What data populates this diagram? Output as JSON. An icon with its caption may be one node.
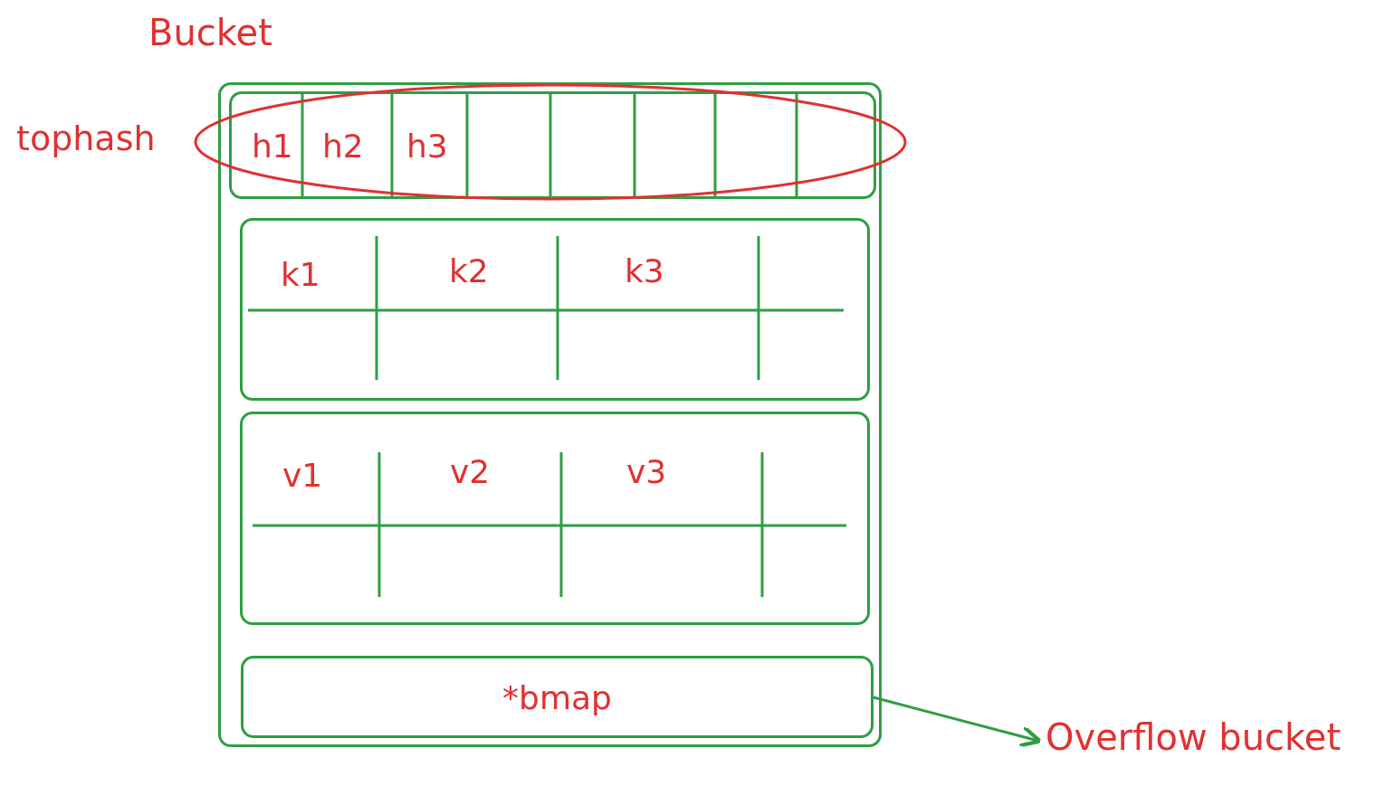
{
  "diagram": {
    "nodes": [
      {
        "text": [
          "Bucket"
        ]
      },
      {
        "text": [
          "h1",
          "h2",
          "h3"
        ],
        "in": 0,
        "beside": [
          "tophash"
        ]
      },
      {
        "text": [
          "k1",
          "k2",
          "k3"
        ],
        "in": 0
      },
      {
        "text": [
          "v1",
          "v2",
          "v3"
        ],
        "in": 0
      },
      {
        "text": [
          "*bmap"
        ],
        "in": 0
      },
      {
        "text": [
          "Overflow bucket"
        ]
      }
    ],
    "edges": [
      {
        "from": 4,
        "to": 5,
        "arrow": "to"
      }
    ]
  }
}
